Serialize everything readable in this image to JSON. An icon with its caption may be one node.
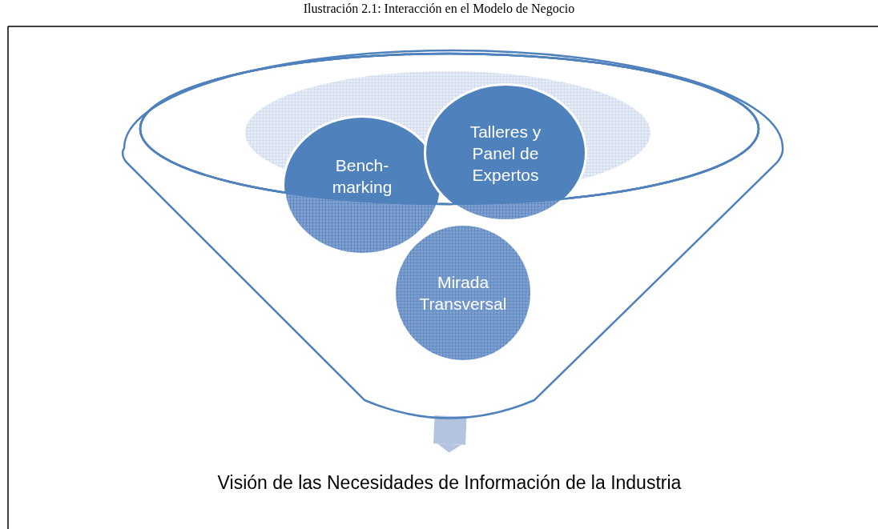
{
  "diagram": {
    "title": "Ilustración 2.1: Interacción en el Modelo de Negocio",
    "nodes": [
      {
        "text": [],
        "shape": "funnel"
      },
      {
        "text": [
          "Bench- marking"
        ],
        "in": 0
      },
      {
        "text": [
          "Talleres y Panel de Expertos"
        ],
        "in": 0
      },
      {
        "text": [
          "Mirada Transversal"
        ],
        "in": 0
      },
      {
        "text": [
          "Visión de las Necesidades de Información de la Industria"
        ]
      }
    ],
    "edges": [
      {
        "from": 0,
        "to": 4,
        "arrow": "to"
      }
    ]
  }
}
